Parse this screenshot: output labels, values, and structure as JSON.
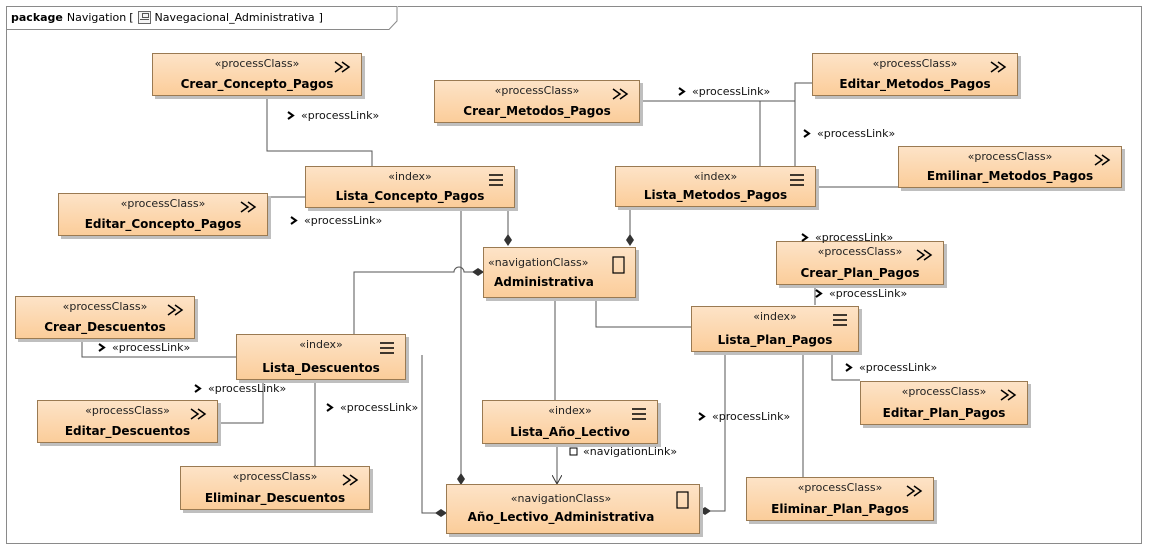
{
  "header": {
    "keyword": "package",
    "name": "Navigation",
    "bracket_open": "[",
    "diagram": "Navegacional_Administrativa",
    "bracket_close": "]"
  },
  "colors": {
    "node_top": "#fde3c7",
    "node_bottom": "#fbcd9a",
    "node_border": "#9a7a52",
    "line": "#555555"
  },
  "nodes": {
    "crear_concepto": {
      "stereotype": "«processClass»",
      "name": "Crear_Concepto_Pagos",
      "icon": "process-chevron-icon"
    },
    "editar_concepto": {
      "stereotype": "«processClass»",
      "name": "Editar_Concepto_Pagos",
      "icon": "process-chevron-icon"
    },
    "lista_concepto": {
      "stereotype": "«index»",
      "name": "Lista_Concepto_Pagos",
      "icon": "index-list-icon"
    },
    "crear_metodos": {
      "stereotype": "«processClass»",
      "name": "Crear_Metodos_Pagos",
      "icon": "process-chevron-icon"
    },
    "editar_metodos": {
      "stereotype": "«processClass»",
      "name": "Editar_Metodos_Pagos",
      "icon": "process-chevron-icon"
    },
    "lista_metodos": {
      "stereotype": "«index»",
      "name": "Lista_Metodos_Pagos",
      "icon": "index-list-icon"
    },
    "emilinar_metodos": {
      "stereotype": "«processClass»",
      "name": "Emilinar_Metodos_Pagos",
      "icon": "process-chevron-icon"
    },
    "administrativa": {
      "stereotype": "«navigationClass»",
      "name": "Administrativa",
      "icon": "navigation-box-icon"
    },
    "crear_plan": {
      "stereotype": "«processClass»",
      "name": "Crear_Plan_Pagos",
      "icon": "process-chevron-icon"
    },
    "lista_plan": {
      "stereotype": "«index»",
      "name": "Lista_Plan_Pagos",
      "icon": "index-list-icon"
    },
    "editar_plan": {
      "stereotype": "«processClass»",
      "name": "Editar_Plan_Pagos",
      "icon": "process-chevron-icon"
    },
    "eliminar_plan": {
      "stereotype": "«processClass»",
      "name": "Eliminar_Plan_Pagos",
      "icon": "process-chevron-icon"
    },
    "crear_descuentos": {
      "stereotype": "«processClass»",
      "name": "Crear_Descuentos",
      "icon": "process-chevron-icon"
    },
    "lista_descuentos": {
      "stereotype": "«index»",
      "name": "Lista_Descuentos",
      "icon": "index-list-icon"
    },
    "editar_descuentos": {
      "stereotype": "«processClass»",
      "name": "Editar_Descuentos",
      "icon": "process-chevron-icon"
    },
    "eliminar_descuentos": {
      "stereotype": "«processClass»",
      "name": "Eliminar_Descuentos",
      "icon": "process-chevron-icon"
    },
    "lista_anio": {
      "stereotype": "«index»",
      "name": "Lista_Año_Lectivo",
      "icon": "index-list-icon"
    },
    "anio_lectivo": {
      "stereotype": "«navigationClass»",
      "name": "Año_Lectivo_Administrativa",
      "icon": "navigation-box-icon"
    }
  },
  "links": [
    {
      "text": "«processLink»"
    },
    {
      "text": "«processLink»"
    },
    {
      "text": "«processLink»"
    },
    {
      "text": "«processLink»"
    },
    {
      "text": "«processLink»"
    },
    {
      "text": "«processLink»"
    },
    {
      "text": "«processLink»"
    },
    {
      "text": "«processLink»"
    },
    {
      "text": "«processLink»"
    },
    {
      "text": "«processLink»"
    },
    {
      "text": "«processLink»"
    },
    {
      "text": "«navigationLink»"
    }
  ]
}
